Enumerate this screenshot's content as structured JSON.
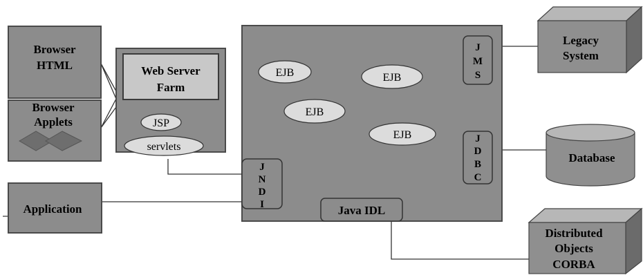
{
  "clients": {
    "browser_html": {
      "line1": "Browser",
      "line2": "HTML"
    },
    "browser_applets": {
      "line1": "Browser",
      "line2": "Applets"
    },
    "application": "Application"
  },
  "web_tier": {
    "title_line1": "Web Server",
    "title_line2": "Farm",
    "jsp": "JSP",
    "servlets": "servlets"
  },
  "app_server": {
    "ejb_labels": [
      "EJB",
      "EJB",
      "EJB",
      "EJB"
    ],
    "jndi_letters": [
      "J",
      "N",
      "D",
      "I"
    ],
    "jms_letters": [
      "J",
      "M",
      "S"
    ],
    "jdbc_letters": [
      "J",
      "D",
      "B",
      "C"
    ],
    "java_idl": "Java IDL"
  },
  "backends": {
    "legacy": {
      "line1": "Legacy",
      "line2": "System"
    },
    "database": "Database",
    "corba": {
      "line1": "Distributed",
      "line2": "Objects",
      "line3": "CORBA"
    }
  },
  "colors": {
    "box_fill": "#8c8c8c",
    "box_stroke": "#4a4a4a",
    "oval_fill": "#dcdcdc",
    "web_title_fill": "#c8c8c8",
    "cube_front": "#8f8f8f",
    "cube_top": "#b7b7b7",
    "cube_side": "#6b6b6b",
    "line": "#333333"
  }
}
